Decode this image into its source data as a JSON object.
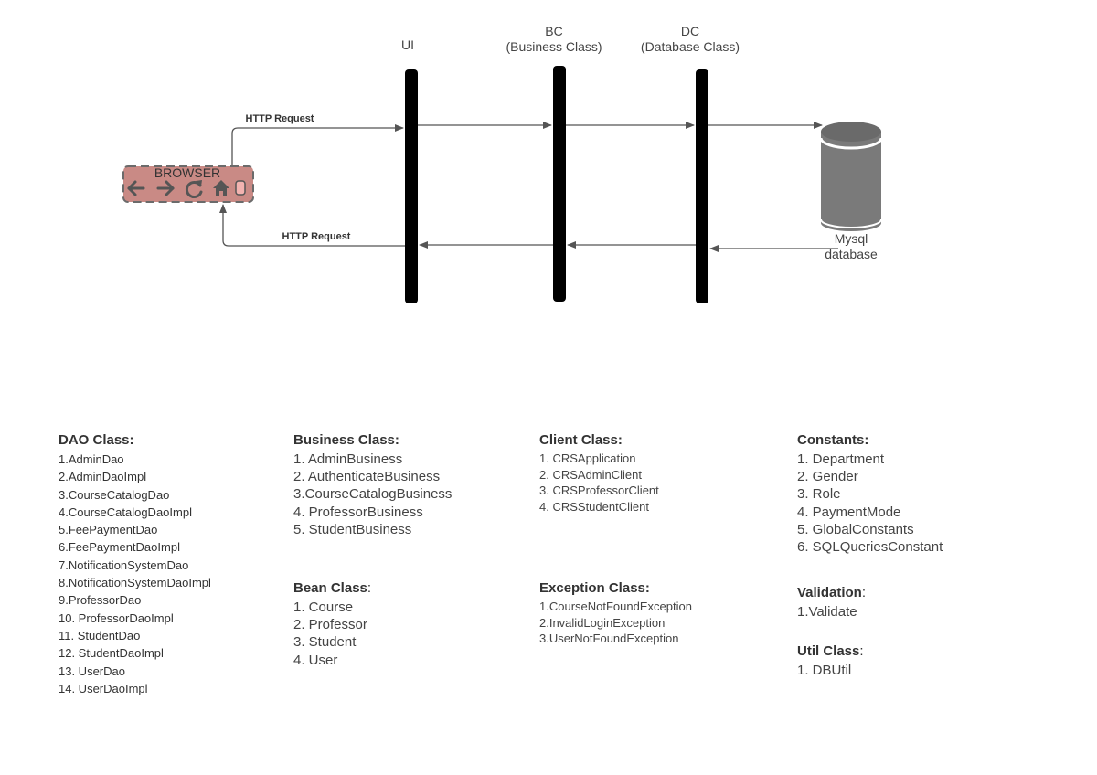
{
  "diagram": {
    "lanes": {
      "ui": "UI",
      "bc": [
        "BC",
        "(Business Class)"
      ],
      "dc": [
        "DC",
        "(Database Class)"
      ]
    },
    "browser_label": "BROWSER",
    "http_request_top": "HTTP Request",
    "http_request_bottom": "HTTP Request",
    "database": [
      "Mysql",
      "database"
    ]
  },
  "classes": {
    "dao": {
      "title": "DAO Class:",
      "items": [
        "1.AdminDao",
        "2.AdminDaoImpl",
        "3.CourseCatalogDao",
        "4.CourseCatalogDaoImpl",
        "5.FeePaymentDao",
        "6.FeePaymentDaoImpl",
        "7.NotificationSystemDao",
        "8.NotificationSystemDaoImpl",
        "9.ProfessorDao",
        "10. ProfessorDaoImpl",
        "11. StudentDao",
        "12. StudentDaoImpl",
        "13. UserDao",
        "14. UserDaoImpl"
      ]
    },
    "business": {
      "title": "Business Class:",
      "items": [
        "1. AdminBusiness",
        "2. AuthenticateBusiness",
        "3.CourseCatalogBusiness",
        "4. ProfessorBusiness",
        "5. StudentBusiness"
      ]
    },
    "bean": {
      "title": "Bean Class",
      "colon": ":",
      "items": [
        "1. Course",
        "2. Professor",
        "3. Student",
        "4. User"
      ]
    },
    "client": {
      "title": "Client Class:",
      "items": [
        "1. CRSApplication",
        "2. CRSAdminClient",
        "3. CRSProfessorClient",
        "4. CRSStudentClient"
      ]
    },
    "exception": {
      "title": "Exception Class:",
      "items": [
        "1.CourseNotFoundException",
        "2.InvalidLoginException",
        "3.UserNotFoundException"
      ]
    },
    "constants": {
      "title": "Constants:",
      "items": [
        "1. Department",
        "2. Gender",
        "3. Role",
        "4. PaymentMode",
        "5. GlobalConstants",
        "6. SQLQueriesConstant"
      ]
    },
    "validation": {
      "title": "Validation",
      "colon": ":",
      "items": [
        "1.Validate"
      ]
    },
    "util": {
      "title": "Util Class",
      "colon": ":",
      "items": [
        "1. DBUtil"
      ]
    }
  },
  "colors": {
    "browser_fill": "#c98a85",
    "browser_border": "#6b6b6b",
    "lifeline": "#000000",
    "arrow": "#555555",
    "db_body": "#7a7a7a",
    "db_top": "#666666"
  },
  "icons": [
    "back-arrow-icon",
    "forward-arrow-icon",
    "reload-icon",
    "home-icon",
    "tab-icon"
  ]
}
